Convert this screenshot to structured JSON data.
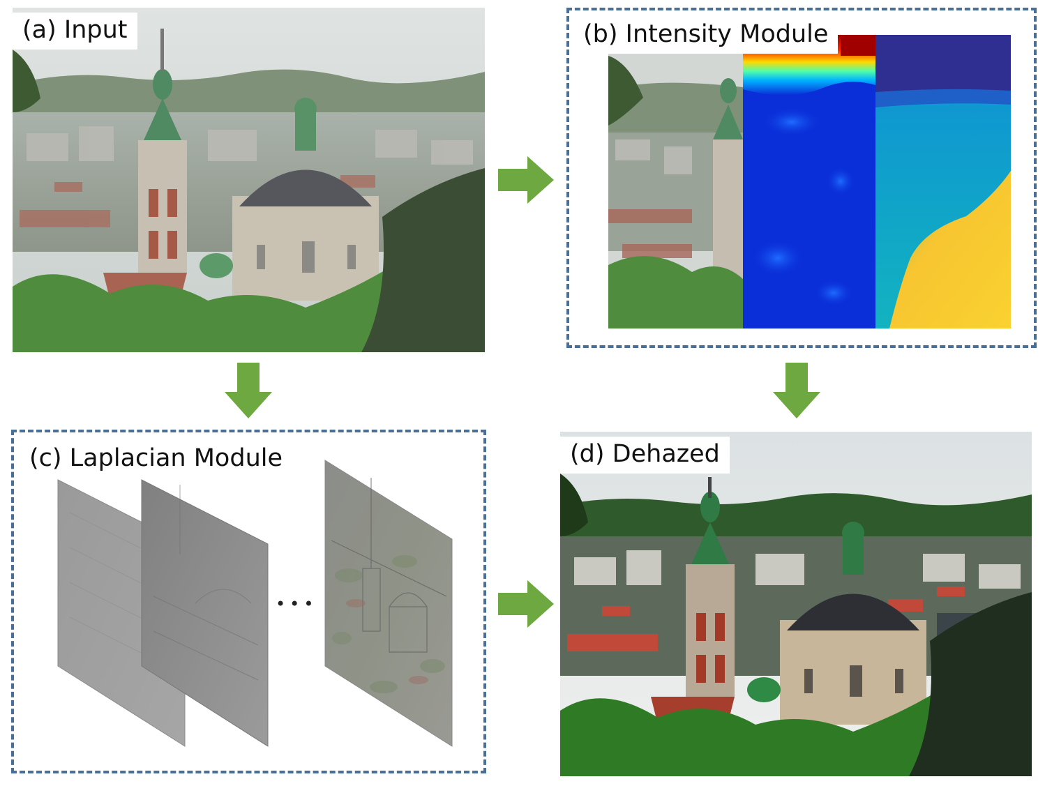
{
  "panels": {
    "input": {
      "label": "(a) Input"
    },
    "intensity": {
      "label": "(b) Intensity Module"
    },
    "laplacian": {
      "label": "(c) Laplacian Module",
      "ellipsis": "•••"
    },
    "dehazed": {
      "label": "(d) Dehazed"
    }
  },
  "colors": {
    "arrow": "#6ea840",
    "dashed_border": "#4a6f96",
    "jet_blue": "#0a2ed8",
    "jet_red": "#a00000",
    "parula_navy": "#2f2f92",
    "parula_yellow": "#f7c531"
  }
}
